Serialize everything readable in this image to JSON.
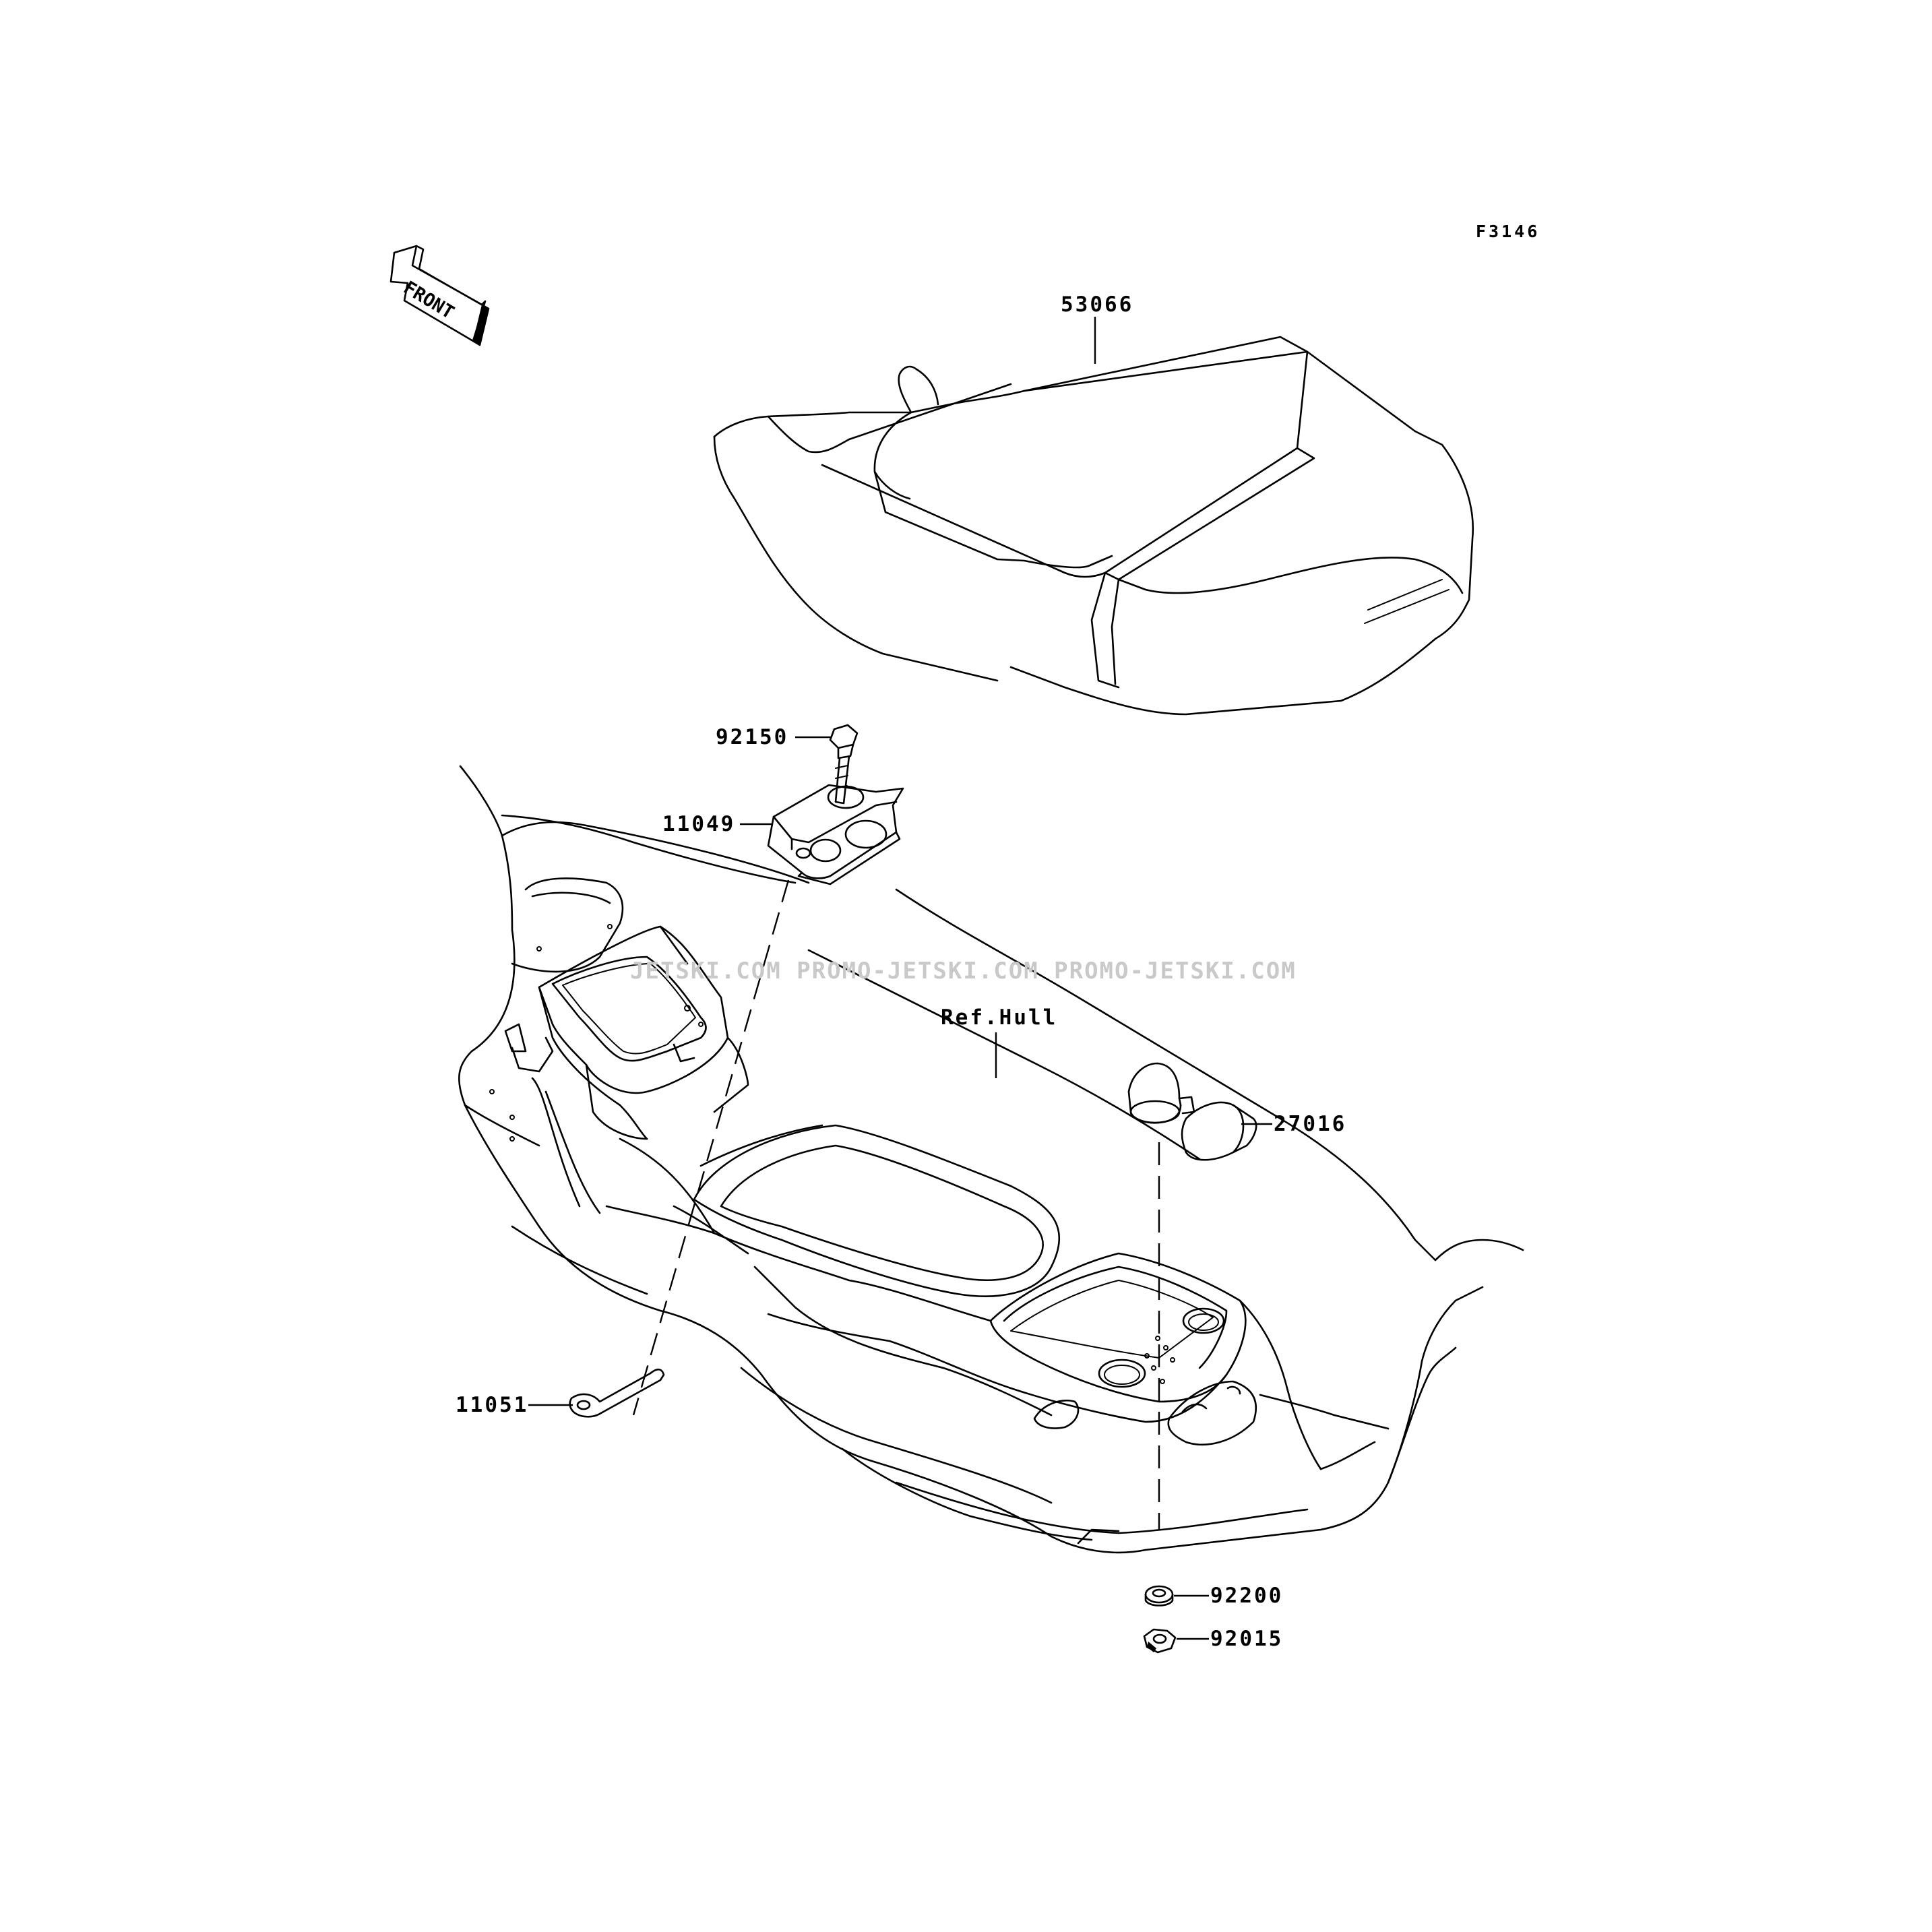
{
  "figure_code": "F3146",
  "direction_marker": "FRONT",
  "watermark": "JETSKI.COM  PROMO-JETSKI.COM  PROMO-JETSKI.COM",
  "reference_label": "Ref.Hull",
  "parts": {
    "seat": "53066",
    "bolt": "92150",
    "bracket": "11049",
    "plate": "11051",
    "bumper": "27016",
    "washer": "92200",
    "nut": "92015"
  }
}
